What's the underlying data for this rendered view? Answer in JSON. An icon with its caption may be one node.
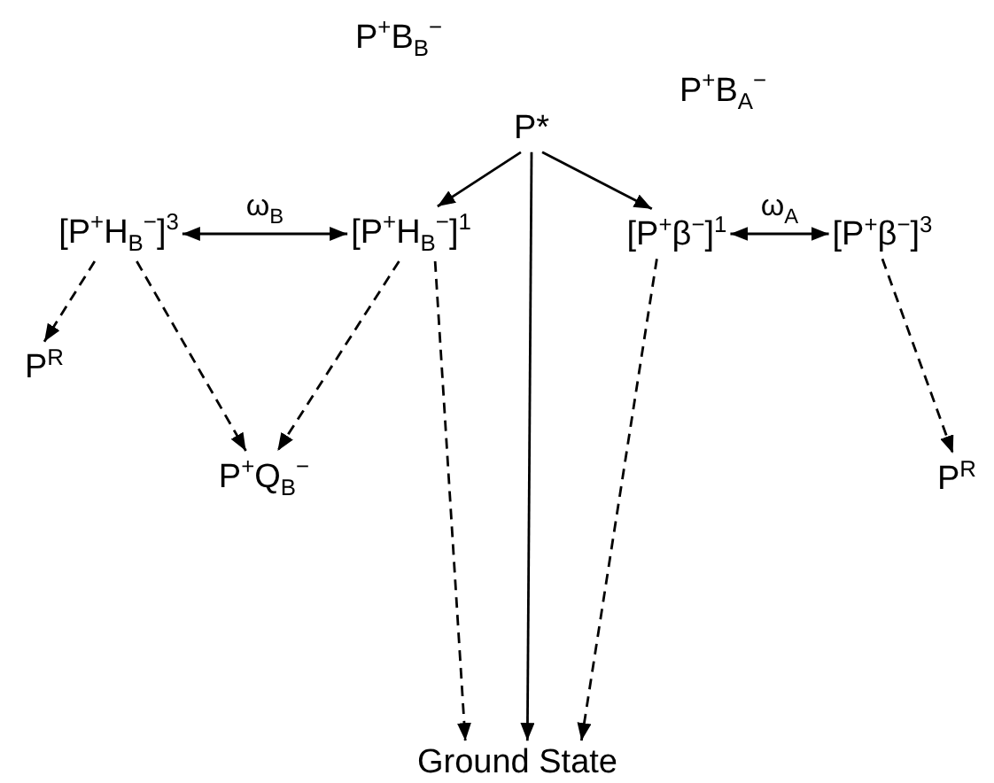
{
  "diagram": {
    "nodes": [
      {
        "text": [
          "P*"
        ]
      },
      {
        "text": [
          "[P$^{+}$H$_{B}$$^{−}$]$^{3}$"
        ]
      },
      {
        "text": [
          "[P$^{+}$H$_{B}$$^{−}$]$^{1}$"
        ]
      },
      {
        "text": [
          "[P$^{+}$β$^{−}$]$^{1}$"
        ]
      },
      {
        "text": [
          "[P$^{+}$β$^{−}$]$^{3}$"
        ]
      },
      {
        "text": [
          "P$^{R}$"
        ]
      },
      {
        "text": [
          "P$^{+}$Q$_{B}$$^{−}$"
        ]
      },
      {
        "text": [
          "P$^{R}$"
        ]
      },
      {
        "text": [
          "Ground State"
        ]
      }
    ],
    "edges": [
      {
        "from": 0,
        "to": 2,
        "arrow": "to"
      },
      {
        "from": 0,
        "to": 3,
        "arrow": "to"
      },
      {
        "from": 0,
        "to": 8,
        "arrow": "to"
      },
      {
        "from": 1,
        "to": 2,
        "arrow": "both",
        "label": "ω$_{B}$"
      },
      {
        "from": 3,
        "to": 4,
        "arrow": "both",
        "label": "ω$_{A}$"
      },
      {
        "from": 1,
        "to": 5,
        "arrow": "to",
        "style": "dashed"
      },
      {
        "from": 1,
        "to": 6,
        "arrow": "to",
        "style": "dashed"
      },
      {
        "from": 2,
        "to": 6,
        "arrow": "to",
        "style": "dashed"
      },
      {
        "from": 2,
        "to": 8,
        "arrow": "to",
        "style": "dashed"
      },
      {
        "from": 3,
        "to": 8,
        "arrow": "to",
        "style": "dashed"
      },
      {
        "from": 4,
        "to": 7,
        "arrow": "to",
        "style": "dashed"
      }
    ],
    "labels": [
      "P$^{+}$B$_{B}$$^{−}$",
      "P$^{+}$B$_{A}$$^{−}$"
    ]
  }
}
